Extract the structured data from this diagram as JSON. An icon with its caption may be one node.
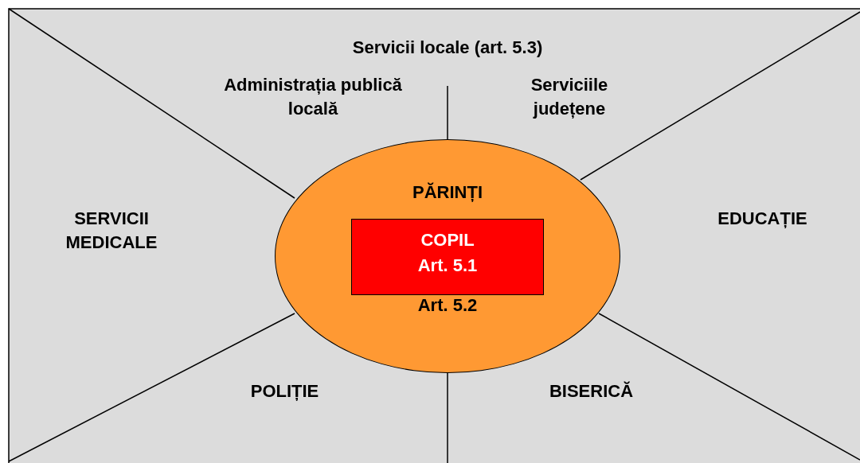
{
  "diagram": {
    "nodes": [
      {
        "text": [
          "PĂRINȚI",
          "Art. 5.2"
        ]
      },
      {
        "text": [
          "COPIL",
          "Art. 5.1"
        ],
        "in": 0
      }
    ],
    "labels": [
      "Servicii locale (art. 5.3)",
      "Administrația publică locală",
      "Serviciile județene",
      "SERVICII MEDICALE",
      "EDUCAȚIE",
      "POLIȚIE",
      "BISERICĂ"
    ]
  }
}
